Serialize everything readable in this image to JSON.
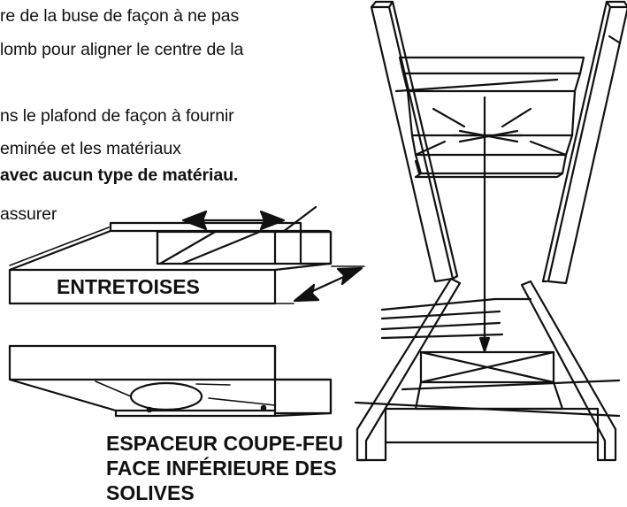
{
  "paragraphs": {
    "line1": "re de la buse de façon à ne pas",
    "line2": "lomb pour aligner le centre de la",
    "line3": "ns le plafond de façon à fournir",
    "line4": "eminée et les matériaux",
    "line5": "avec aucun type de matériau.",
    "line6": "assurer"
  },
  "labels": {
    "entretoises": "ENTRETOISES",
    "caption_line1": "ESPACEUR COUPE-FEU",
    "caption_line2": "FACE INFÉRIEURE DES",
    "caption_line3": "SOLIVES"
  },
  "colors": {
    "ink": "#111111",
    "background": "#ffffff"
  }
}
